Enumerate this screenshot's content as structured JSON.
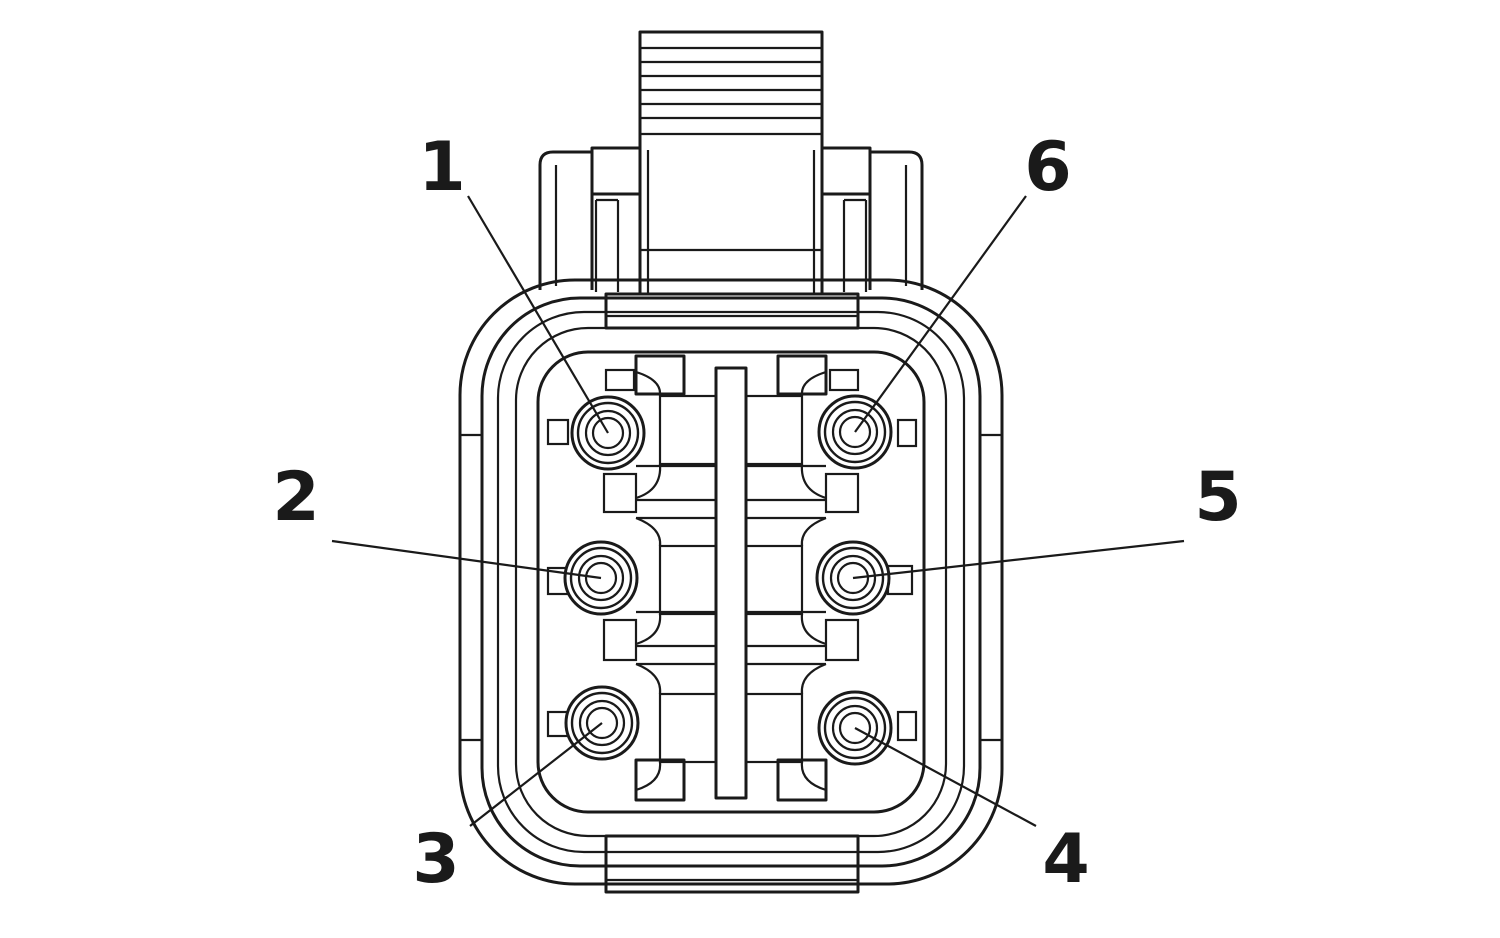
{
  "pins": [
    {
      "label": "1"
    },
    {
      "label": "2"
    },
    {
      "label": "3"
    },
    {
      "label": "4"
    },
    {
      "label": "5"
    },
    {
      "label": "6"
    }
  ],
  "colors": {
    "line": "#1a1a1a",
    "background": "#ffffff"
  }
}
